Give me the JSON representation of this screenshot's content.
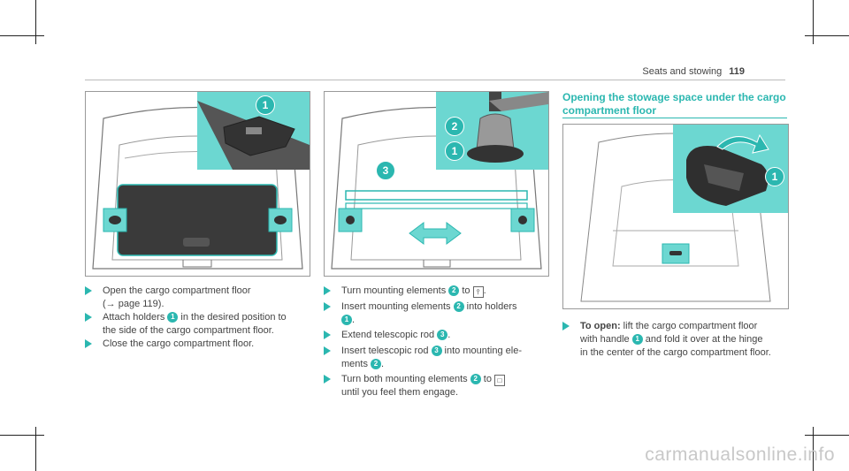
{
  "header": {
    "section": "Seats and stowing",
    "page": "119"
  },
  "figures": {
    "left": {
      "callouts": [
        "1"
      ]
    },
    "middle": {
      "callouts": [
        "2",
        "1",
        "3"
      ]
    },
    "right": {
      "callouts": [
        "1"
      ]
    }
  },
  "col1_steps": [
    {
      "text": "Open the cargo compartment floor",
      "text2": "(→ page 119)."
    },
    {
      "pre": "Attach holders ",
      "num": "1",
      "post": " in the desired position to",
      "text2": "the side of the cargo compartment floor."
    },
    {
      "text": "Close the cargo compartment floor."
    }
  ],
  "col2_steps": [
    {
      "pre": "Turn mounting elements ",
      "num": "2",
      "mid": " to ",
      "icon": "unlock-icon",
      "icon_glyph": "⫯",
      "post": "."
    },
    {
      "pre": "Insert mounting elements ",
      "num": "2",
      "post": " into holders",
      "num2": "1",
      "post2": "."
    },
    {
      "pre": "Extend telescopic rod ",
      "num": "3",
      "post": "."
    },
    {
      "pre": "Insert telescopic rod ",
      "num": "3",
      "post": " into mounting ele-",
      "text2": "ments ",
      "num2": "2",
      "post2": "."
    },
    {
      "pre": "Turn both mounting elements ",
      "num": "2",
      "mid": " to ",
      "icon": "lock-icon",
      "icon_glyph": "🔒",
      "post": "",
      "text2": "until you feel them engage."
    }
  ],
  "col3": {
    "title": "Opening the stowage space under the cargo compartment floor",
    "step": {
      "bold": "To open:",
      "text": " lift the cargo compartment floor",
      "pre2": "with handle ",
      "num": "1",
      "post2": " and fold it over at the hinge",
      "text3": "in the center of the cargo compartment floor."
    }
  },
  "watermark": "carmanualsonline.info",
  "colors": {
    "accent": "#2bb7b0",
    "inset": "#6cd7d1"
  }
}
